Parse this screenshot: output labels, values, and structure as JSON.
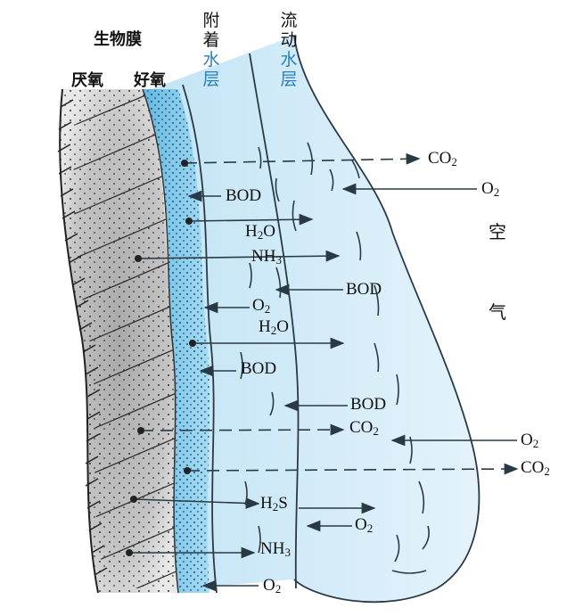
{
  "layers": {
    "biofilm_title": "生物膜",
    "anaerobic": "厌氧",
    "aerobic": "好氧",
    "attached_water": "附着水层",
    "flowing_water": "流动水层",
    "air_1": "空",
    "air_2": "气"
  },
  "flows": [
    {
      "id": "co2-top",
      "text": "CO",
      "sub": "2",
      "tail": ""
    },
    {
      "id": "o2-top",
      "text": "O",
      "sub": "2",
      "tail": ""
    },
    {
      "id": "bod-1",
      "text": "BOD",
      "sub": "",
      "tail": ""
    },
    {
      "id": "h2o-1",
      "text": "H",
      "sub": "2",
      "tail": "O"
    },
    {
      "id": "nh3-1",
      "text": "NH",
      "sub": "3",
      "tail": ""
    },
    {
      "id": "bod-2",
      "text": "BOD",
      "sub": "",
      "tail": ""
    },
    {
      "id": "o2-mid",
      "text": "O",
      "sub": "2",
      "tail": ""
    },
    {
      "id": "h2o-2",
      "text": "H",
      "sub": "2",
      "tail": "O"
    },
    {
      "id": "bod-3",
      "text": "BOD",
      "sub": "",
      "tail": ""
    },
    {
      "id": "bod-4",
      "text": "BOD",
      "sub": "",
      "tail": ""
    },
    {
      "id": "co2-mid",
      "text": "CO",
      "sub": "2",
      "tail": ""
    },
    {
      "id": "o2-right",
      "text": "O",
      "sub": "2",
      "tail": ""
    },
    {
      "id": "co2-bottom",
      "text": "CO",
      "sub": "2",
      "tail": ""
    },
    {
      "id": "h2s",
      "text": "H",
      "sub": "2",
      "tail": "S"
    },
    {
      "id": "o2-low",
      "text": "O",
      "sub": "2",
      "tail": ""
    },
    {
      "id": "nh3-2",
      "text": "NH",
      "sub": "3",
      "tail": ""
    },
    {
      "id": "o2-bottom",
      "text": "O",
      "sub": "2",
      "tail": ""
    }
  ],
  "colors": {
    "water_blue": "#cfe8f7",
    "aerobic_blue": "#7cc6ea",
    "anaerobic_gray": "#b8b8b8",
    "line": "#2a3a44",
    "label_blue": "#2b7fb8"
  }
}
